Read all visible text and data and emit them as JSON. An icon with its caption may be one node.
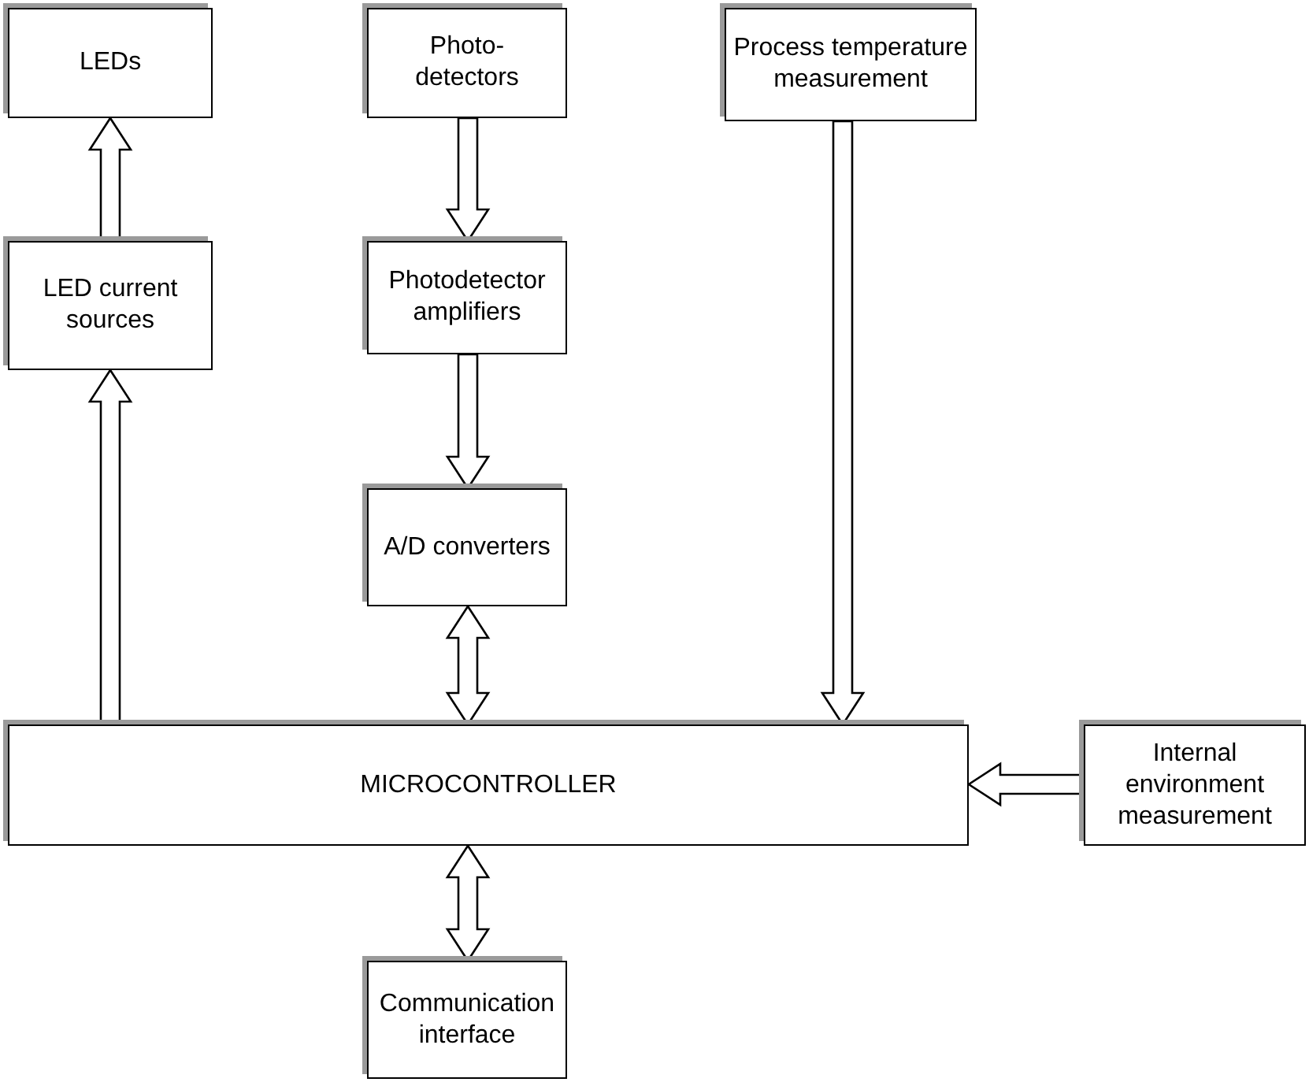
{
  "diagram": {
    "nodes": [
      {
        "text": [
          "LEDs"
        ]
      },
      {
        "text": [
          "Photo- detectors"
        ]
      },
      {
        "text": [
          "Process temperature measurement"
        ]
      },
      {
        "text": [
          "LED current sources"
        ]
      },
      {
        "text": [
          "Photodetector amplifiers"
        ]
      },
      {
        "text": [
          "A/D converters"
        ]
      },
      {
        "text": [
          "MICROCONTROLLER"
        ]
      },
      {
        "text": [
          "Internal environment measurement"
        ]
      },
      {
        "text": [
          "Communication interface"
        ]
      }
    ],
    "edges": [
      {
        "from": 3,
        "to": 0,
        "arrow": "to"
      },
      {
        "from": 6,
        "to": 3,
        "arrow": "to"
      },
      {
        "from": 1,
        "to": 4,
        "arrow": "to"
      },
      {
        "from": 4,
        "to": 5,
        "arrow": "to"
      },
      {
        "from": 5,
        "to": 6,
        "arrow": "both"
      },
      {
        "from": 2,
        "to": 6,
        "arrow": "to"
      },
      {
        "from": 7,
        "to": 6,
        "arrow": "to"
      },
      {
        "from": 6,
        "to": 8,
        "arrow": "both"
      }
    ]
  }
}
